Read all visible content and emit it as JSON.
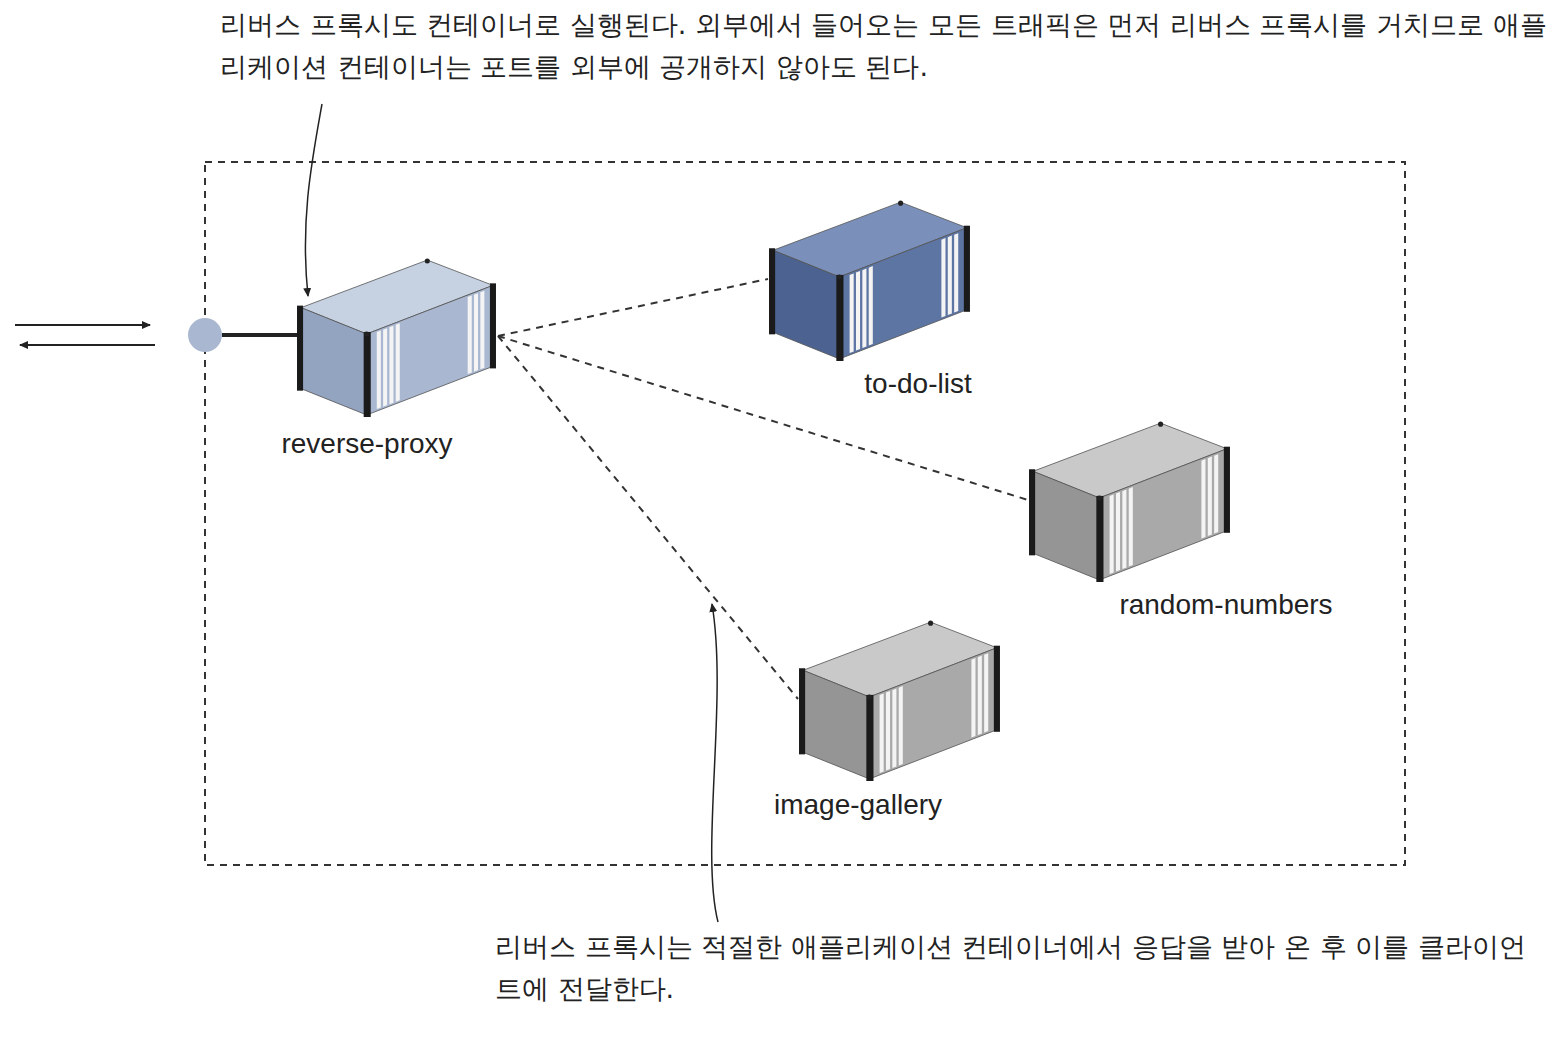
{
  "diagram": {
    "nodes": [
      {
        "text": [
          "reverse-proxy"
        ]
      },
      {
        "text": [
          "to-do-list"
        ]
      },
      {
        "text": [
          "random-numbers"
        ]
      },
      {
        "text": [
          "image-gallery"
        ]
      }
    ],
    "edges": [
      {
        "from": 0,
        "to": 1,
        "arrow": "none"
      },
      {
        "from": 0,
        "to": 2,
        "arrow": "none"
      },
      {
        "from": 0,
        "to": 3,
        "arrow": "none"
      }
    ],
    "labels": [
      "리버스 프록시도 컨테이너로 실행된다. 외부에서 들어오는 모든 트래픽은 먼저 리버스 프록시를 거치므로 애플리케이션 컨테이너는 포트를 외부에 공개하지 않아도 된다.",
      "리버스 프록시는 적절한 애플리케이션 컨테이너에서 응답을 받아 온 후 이를 클라이언트에 전달한다."
    ]
  }
}
